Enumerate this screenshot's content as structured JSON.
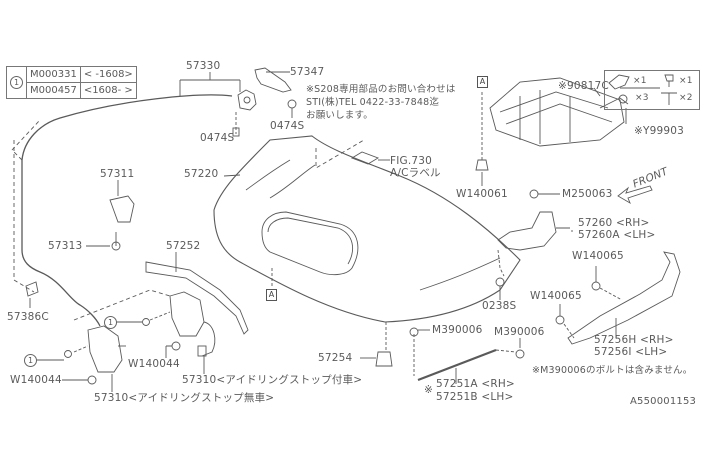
{
  "reference_table": {
    "marker": "1",
    "rows": [
      {
        "part": "M000331",
        "range": "<  -1608>"
      },
      {
        "part": "M000457",
        "range": "<1608-  >"
      }
    ]
  },
  "parts": {
    "p57330": "57330",
    "p57347": "57347",
    "p0474s_a": "0474S",
    "p0474s_b": "0474S",
    "p57220": "57220",
    "p57311": "57311",
    "p57313": "57313",
    "p57386c": "57386C",
    "p57252": "57252",
    "pW140044_a": "W140044",
    "pW140044_b": "W140044",
    "p57310_a": "57310<アイドリングストップ付車>",
    "p57310_b": "57310<アイドリングストップ無車>",
    "p57254": "57254",
    "pM390006_a": "M390006",
    "pM390006_b": "M390006",
    "p57251_mark": "※",
    "p57251a": "57251A <RH>",
    "p57251b": "57251B <LH>",
    "p0238s": "0238S",
    "pW140065_a": "W140065",
    "pW140065_b": "W140065",
    "p57256h": "57256H <RH>",
    "p57256i": "57256I <LH>",
    "p57260": "57260  <RH>",
    "p57260a": "57260A <LH>",
    "pM250063": "M250063",
    "pW140061": "W140061",
    "p90817c": "※90817C",
    "pY99903": "※Y99903",
    "fig730": "FIG.730",
    "ac_label": "A/Cラベル"
  },
  "kit": {
    "qty1": "×1",
    "qty2": "×1",
    "qty3": "×3",
    "qty4": "×2"
  },
  "notes": {
    "sti_line1": "※S208専用部品のお問い合わせは",
    "sti_line2": "STI(株)TEL 0422-33-7848迄",
    "sti_line3": "お願いします。",
    "bolt_note": "※M390006のボルトは含みません。"
  },
  "markers": {
    "A_left": "A",
    "A_right": "A",
    "circle_1a": "1",
    "circle_1b": "1"
  },
  "direction": "FRONT",
  "diagram_id": "A550001153"
}
